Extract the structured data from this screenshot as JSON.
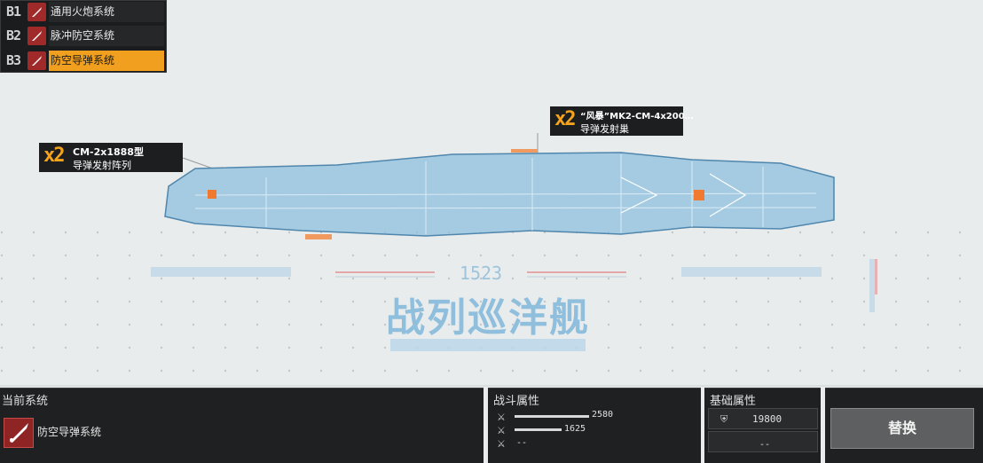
{
  "systems": [
    {
      "code": "B1",
      "label": "通用火炮系统",
      "selected": false
    },
    {
      "code": "B2",
      "label": "脉冲防空系统",
      "selected": false
    },
    {
      "code": "B3",
      "label": "防空导弹系统",
      "selected": true
    }
  ],
  "tags": {
    "left": {
      "count": "x2",
      "line1": "CM-2x1888型",
      "line2": "导弹发射阵列"
    },
    "right": {
      "count": "x2",
      "line1": "“风暴”MK2-CM-4x200…",
      "line2": "导弹发射巢"
    }
  },
  "ship": {
    "number": "1523",
    "class_name": "战列巡洋舰"
  },
  "current_system": {
    "title": "当前系统",
    "name": "防空导弹系统"
  },
  "combat_stats": {
    "title": "战斗属性",
    "rows": [
      {
        "value": "2580",
        "fill": 1.0
      },
      {
        "value": "1625",
        "fill": 0.63
      },
      {
        "value": "--",
        "fill": 0
      }
    ]
  },
  "basic_stats": {
    "title": "基础属性",
    "value1": "19800",
    "value2": "--"
  },
  "replace_button": "替换",
  "colors": {
    "accent": "#f0a01e",
    "panel": "#1f2021",
    "ship_blue": "#7fb3d5",
    "icon_red": "#a02a2a"
  }
}
